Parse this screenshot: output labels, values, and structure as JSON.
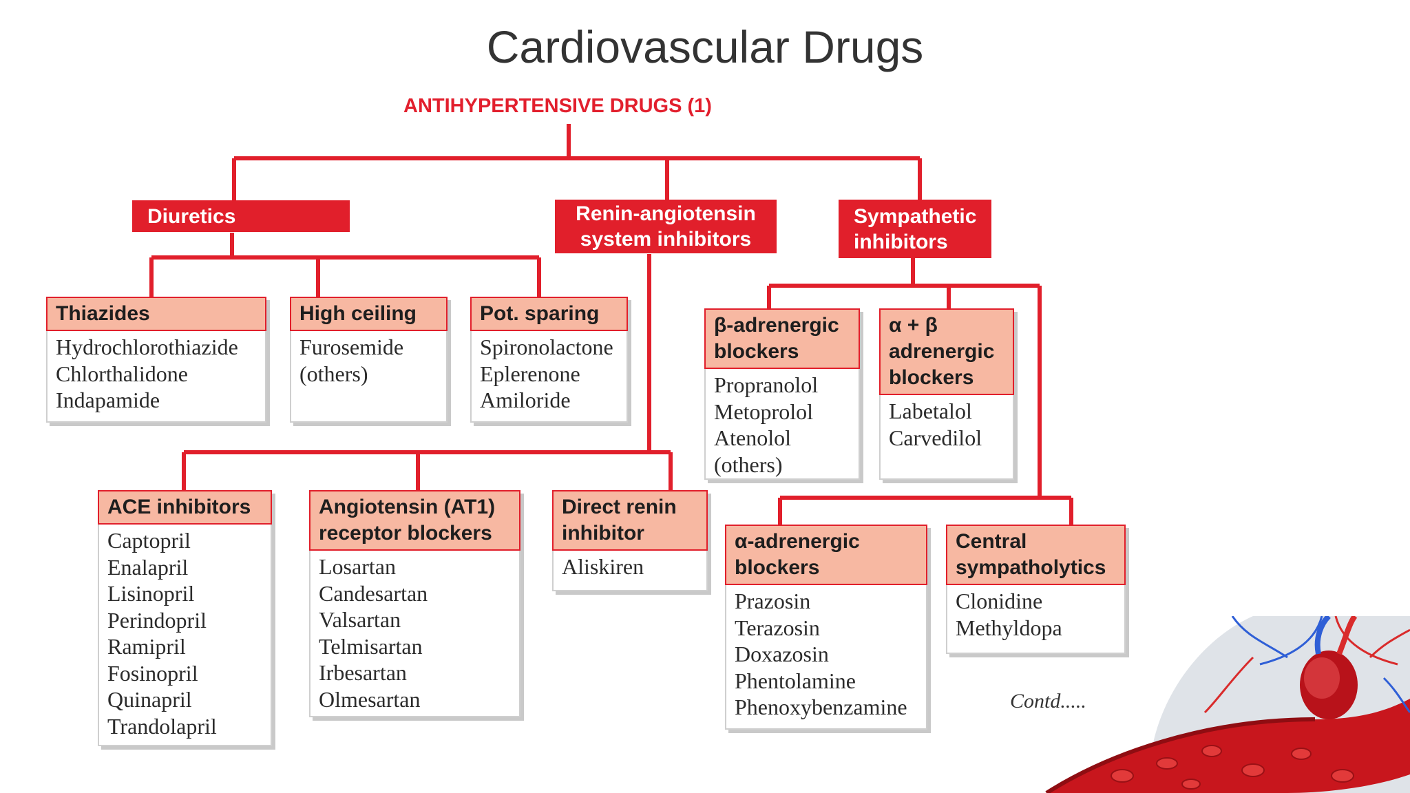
{
  "title": "Cardiovascular Drugs",
  "root": "ANTIHYPERTENSIVE DRUGS (1)",
  "categories": {
    "diuretics": [
      "Diuretics"
    ],
    "ras": [
      "Renin-angiotensin",
      "system inhibitors"
    ],
    "sympathetic": [
      "Sympathetic",
      "inhibitors"
    ]
  },
  "groups": {
    "thiazides": {
      "heading": [
        "Thiazides"
      ],
      "drugs": [
        "Hydrochlorothiazide",
        "Chlorthalidone",
        "Indapamide"
      ]
    },
    "high_ceiling": {
      "heading": [
        "High ceiling"
      ],
      "drugs": [
        "Furosemide",
        "(others)"
      ]
    },
    "pot_sparing": {
      "heading": [
        "Pot. sparing"
      ],
      "drugs": [
        "Spironolactone",
        "Eplerenone",
        "Amiloride"
      ]
    },
    "beta_blockers": {
      "heading": [
        "β-adrenergic",
        "blockers"
      ],
      "drugs": [
        "Propranolol",
        "Metoprolol",
        "Atenolol",
        "(others)"
      ]
    },
    "alpha_beta_blockers": {
      "heading": [
        "α + β",
        "adrenergic",
        "blockers"
      ],
      "drugs": [
        "Labetalol",
        "Carvedilol"
      ]
    },
    "ace_inhibitors": {
      "heading": [
        "ACE inhibitors"
      ],
      "drugs": [
        "Captopril",
        "Enalapril",
        "Lisinopril",
        "Perindopril",
        "Ramipril",
        "Fosinopril",
        "Quinapril",
        "Trandolapril"
      ]
    },
    "arb": {
      "heading": [
        "Angiotensin (AT1)",
        "receptor blockers"
      ],
      "drugs": [
        "Losartan",
        "Candesartan",
        "Valsartan",
        "Telmisartan",
        "Irbesartan",
        "Olmesartan"
      ]
    },
    "renin_inhibitor": {
      "heading": [
        "Direct renin",
        "inhibitor"
      ],
      "drugs": [
        "Aliskiren"
      ]
    },
    "alpha_blockers": {
      "heading": [
        "α-adrenergic",
        "blockers"
      ],
      "drugs": [
        "Prazosin",
        "Terazosin",
        "Doxazosin",
        "Phentolamine",
        "Phenoxybenzamine"
      ]
    },
    "central": {
      "heading": [
        "Central",
        "sympatholytics"
      ],
      "drugs": [
        "Clonidine",
        "Methyldopa"
      ]
    }
  },
  "footer": {
    "contd": "Contd....."
  },
  "colors": {
    "connector": "#e11f2b",
    "category_fill": "#e11f2b",
    "group_header_fill": "#f7b8a2",
    "root_text": "#e21f2d"
  },
  "decoration": "heart-vessels-illustration"
}
